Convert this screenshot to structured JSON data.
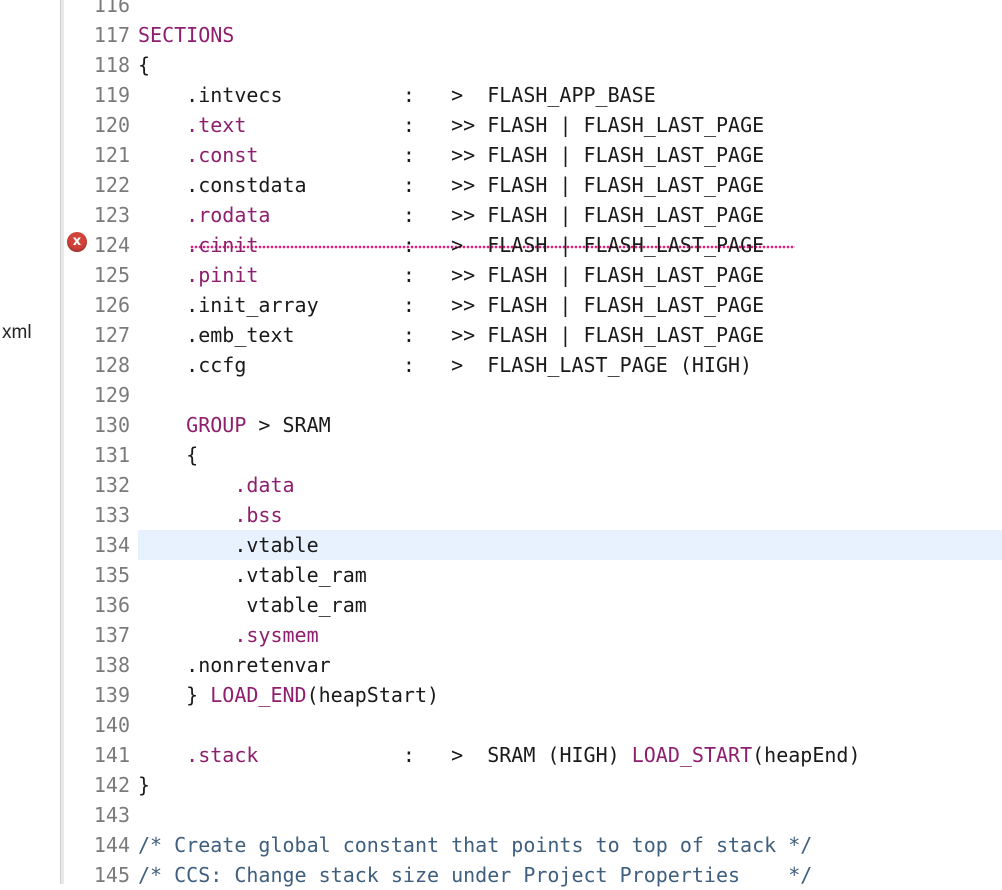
{
  "sidebar": {
    "label": "xml"
  },
  "editor": {
    "lines": [
      {
        "num": "116",
        "code": ""
      },
      {
        "num": "117",
        "code": "SECTIONS"
      },
      {
        "num": "118",
        "code": "{"
      },
      {
        "num": "119",
        "code": "    .intvecs          :   >  FLASH_APP_BASE"
      },
      {
        "num": "120",
        "code": "    .text             :   >> FLASH | FLASH_LAST_PAGE"
      },
      {
        "num": "121",
        "code": "    .const            :   >> FLASH | FLASH_LAST_PAGE"
      },
      {
        "num": "122",
        "code": "    .constdata        :   >> FLASH | FLASH_LAST_PAGE"
      },
      {
        "num": "123",
        "code": "    .rodata           :   >> FLASH | FLASH_LAST_PAGE"
      },
      {
        "num": "124",
        "code": "    .cinit            :   >  FLASH | FLASH_LAST_PAGE"
      },
      {
        "num": "125",
        "code": "    .pinit            :   >> FLASH | FLASH_LAST_PAGE"
      },
      {
        "num": "126",
        "code": "    .init_array       :   >> FLASH | FLASH_LAST_PAGE"
      },
      {
        "num": "127",
        "code": "    .emb_text         :   >> FLASH | FLASH_LAST_PAGE"
      },
      {
        "num": "128",
        "code": "    .ccfg             :   >  FLASH_LAST_PAGE (HIGH)"
      },
      {
        "num": "129",
        "code": ""
      },
      {
        "num": "130",
        "code": "    GROUP > SRAM"
      },
      {
        "num": "131",
        "code": "    {"
      },
      {
        "num": "132",
        "code": "        .data"
      },
      {
        "num": "133",
        "code": "        .bss"
      },
      {
        "num": "134",
        "code": "        .vtable"
      },
      {
        "num": "135",
        "code": "        .vtable_ram"
      },
      {
        "num": "136",
        "code": "         vtable_ram"
      },
      {
        "num": "137",
        "code": "        .sysmem"
      },
      {
        "num": "138",
        "code": "    .nonretenvar"
      },
      {
        "num": "139",
        "code": "    } LOAD_END(heapStart)"
      },
      {
        "num": "140",
        "code": ""
      },
      {
        "num": "141",
        "code": "    .stack            :   >  SRAM (HIGH) LOAD_START(heapEnd)"
      },
      {
        "num": "142",
        "code": "}"
      },
      {
        "num": "143",
        "code": ""
      },
      {
        "num": "144",
        "code": "/* Create global constant that points to top of stack */"
      },
      {
        "num": "145",
        "code": "/* CCS: Change stack size under Project Properties    */"
      }
    ],
    "error_line": "124",
    "error_icon": "error-icon",
    "current_line": "134"
  }
}
